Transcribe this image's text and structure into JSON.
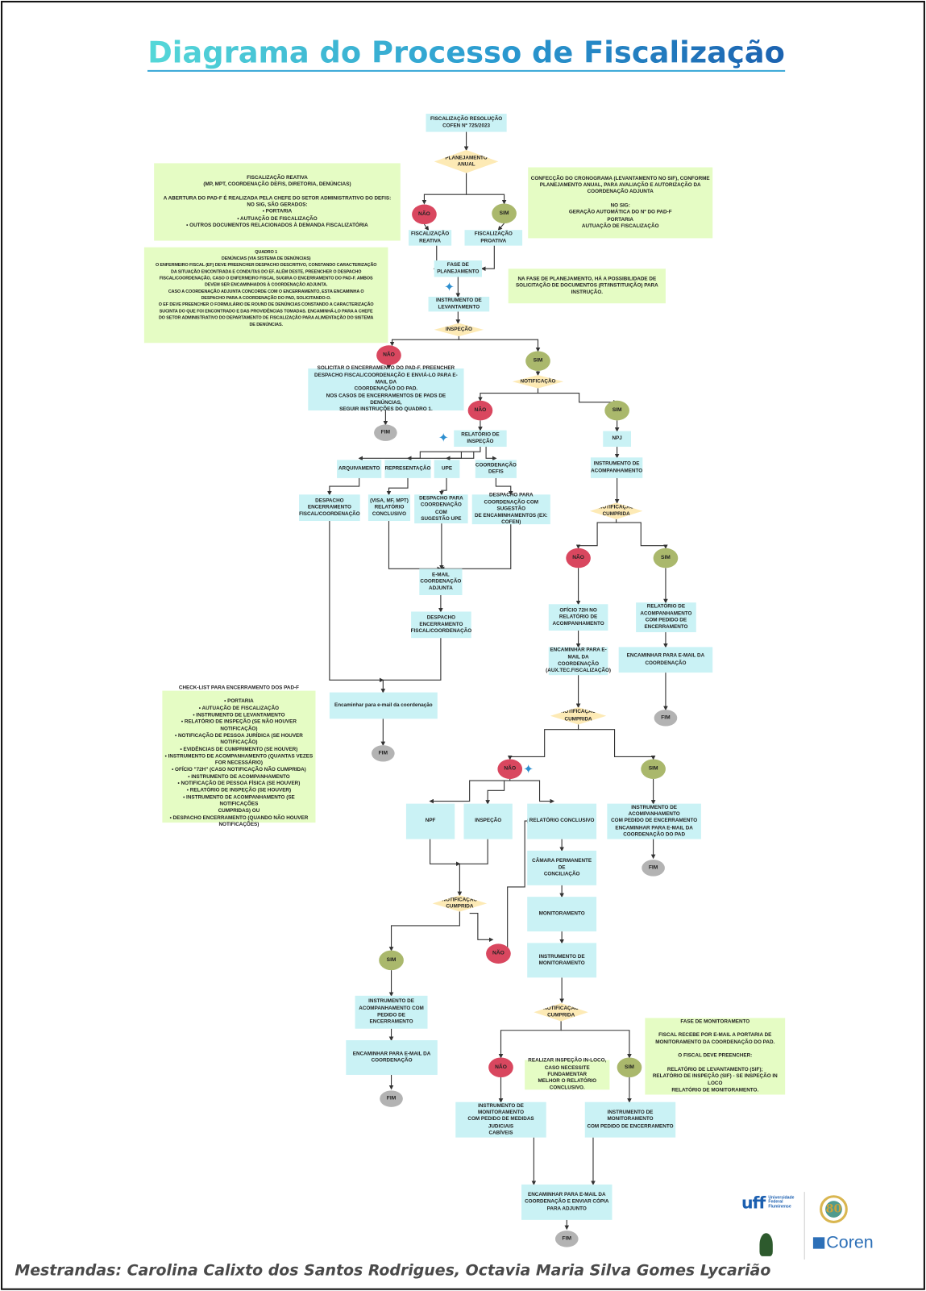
{
  "title": "Diagrama do Processo de Fiscalização",
  "nodes": {
    "start": "FISCALIZAÇÃO RESOLUÇÃO\nCOFEN Nº 725/2023",
    "planejamento_anual": "PLANEJAMENTO\nANUAL",
    "nao": "NÃO",
    "sim": "SIM",
    "fim": "FIM",
    "fisc_reativa": "FISCALIZAÇÃO\nREATIVA",
    "fisc_proativa": "FISCALIZAÇÃO\nPROATIVA",
    "fase_planejamento": "FASE DE\nPLANEJAMENTO",
    "instr_levantamento": "INSTRUMENTO DE\nLEVANTAMENTO",
    "inspecao_d": "INSPEÇÃO",
    "solicitar_encerramento": "SOLICITAR O ENCERRAMENTO DO PAD-F. PREENCHER\nDESPACHO FISCAL/COORDENAÇÃO E ENVIÁ-LO PARA E-MAIL DA\nCOORDENAÇÃO DO PAD.\nNOS CASOS DE ENCERRAMENTOS DE PADS DE DENÚNCIAS,\nSEGUIR INSTRUÇÕES DO QUADRO 1.",
    "notificacao": "NOTIFICAÇÃO",
    "relatorio_inspecao": "RELATÓRIO DE\nINSPEÇÃO",
    "arquivamento": "ARQUIVAMENTO",
    "representacao": "REPRESENTAÇÃO",
    "upe": "UPE",
    "coord_defis": "COORDENAÇÃO\nDEFIS",
    "despacho_enc_fiscal": "DESPACHO\nENCERRAMENTO\nFISCAL/COORDENAÇÃO",
    "visa": "(VISA, MF, MPT)\nRELATÓRIO\nCONCLUSIVO",
    "despacho_upe": "DESPACHO PARA\nCOORDENAÇÃO COM\nSUGESTÃO UPE",
    "despacho_sugestao": "DESPACHO PARA\nCOORDENAÇÃO COM SUGESTÃO\nDE ENCAMINHAMENTOS (EX:\nCOFEN)",
    "email_coord_adj": "E-MAIL\nCOORDENAÇÃO\nADJUNTA",
    "despacho_enc_2": "DESPACHO\nENCERRAMENTO\nFISCAL/COORDENAÇÃO",
    "enc_email_coord": "Encaminhar para e-mail da coordenação",
    "npj": "NPJ",
    "instr_acomp": "INSTRUMENTO DE\nACOMPANHAMENTO",
    "notif_cumprida": "NOTIFICAÇÃO\nCUMPRIDA",
    "oficio_72h": "OFÍCIO 72H NO\nRELATÓRIO DE\nACOMPANHAMENTO",
    "rel_acomp_pedido": "RELATÓRIO DE\nACOMPANHAMENTO\nCOM PEDIDO DE\nENCERRAMENTO",
    "enc_email_aux": "ENCAMINHAR PARA E-\nMAIL DA\nCOORDENAÇÃO\n(AUX.TEC.FISCALIZAÇÃO)",
    "enc_email_da_coord": "ENCAMINHAR PARA E-MAIL DA\nCOORDENAÇÃO",
    "npf": "NPF",
    "inspecao_b": "INSPEÇÃO",
    "rel_conclusivo": "RELATÓRIO CONCLUSIVO",
    "instr_acomp_pad": "INSTRUMENTO DE\nACOMPANHAMENTO\nCOM PEDIDO DE ENCERRAMENTO\nENCAMINHAR PARA E-MAIL DA\nCOORDENAÇÃO DO PAD",
    "camara": "CÂMARA PERMANENTE DE\nCONCILIAÇÃO",
    "monitoramento": "MONITORAMENTO",
    "instr_monitoramento": "INSTRUMENTO DE\nMONITORAMENTO",
    "instr_acomp_enc": "INSTRUMENTO DE\nACOMPANHAMENTO COM\nPEDIDO DE ENCERRAMENTO",
    "instr_monit_judiciais": "INSTRUMENTO DE MONITORAMENTO\nCOM PEDIDO DE MEDIDAS JUDICIAIS\nCABÍVEIS",
    "instr_monit_enc": "INSTRUMENTO DE MONITORAMENTO\nCOM PEDIDO DE ENCERRAMENTO",
    "enc_final": "ENCAMINHAR PARA E-MAIL DA\nCOORDENAÇÃO E ENVIAR CÓPIA\nPARA ADJUNTO"
  },
  "notes": {
    "reativa": "FISCALIZAÇÃO REATIVA\n(MP, MPT, COORDENAÇÃO DEFIS, DIRETORIA, DENÚNCIAS)\n\nA ABERTURA DO PAD-F É REALIZADA PELA CHEFE DO SETOR ADMINISTRATIVO DO DEFIS:\nNO SIG, SÃO GERADOS:\n•  PORTARIA\n•  AUTUAÇÃO DE FISCALIZAÇÃO\n•  OUTROS DOCUMENTOS RELACIONADOS À DEMANDA FISCALIZATÓRIA",
    "cronograma": "CONFECÇÃO DO CRONOGRAMA (LEVANTAMENTO NO SIF), CONFORME\nPLANEJAMENTO ANUAL, PARA AVALIAÇÃO E AUTORIZAÇÃO DA\nCOORDENAÇÃO ADJUNTA\n\nNO SIG:\nGERAÇÃO AUTOMÁTICA DO Nº DO PAD-F\nPORTARIA\nAUTUAÇÃO DE FISCALIZAÇÃO",
    "quadro1": "QUADRO 1\nDENÚNCIAS (VIA SISTEMA DE DENÚNCIAS)\nO ENFERMEIRO FISCAL (EF) DEVE PREENCHER DESPACHO DESCRITIVO, CONSTANDO CARACTERIZAÇÃO\nDA SITUAÇÃO ENCONTRADA E CONDUTAS DO EF. ALÉM DESTE, PREENCHER O DESPACHO\nFISCAL/COORDENAÇÃO, CASO O ENFERMEIRO FISCAL SUGIRA O ENCERRAMENTO DO PAD-F. AMBOS\nDEVEM SER ENCAMINHADOS À COORDENAÇÃO ADJUNTA.\nCASO A COORDENAÇÃO ADJUNTA CONCORDE COM O ENCERRAMENTO, ESTA ENCAMINHA O\nDESPACHO PARA A COORDENAÇÃO DO PAD, SOLICITANDO-O.\nO EF DEVE PREENCHER O FORMULÁRIO DE ROUND DE DENÚNCIAS CONSTANDO A CARACTERIZAÇÃO\nSUCINTA DO QUE FOI ENCONTRADO E DAS PROVIDÊNCIAS TOMADAS. ENCAMINHÁ-LO PARA A CHEFE\nDO SETOR ADMINISTRATIVO DO DEPARTAMENTO DE FISCALIZAÇÃO PARA ALIMENTAÇÃO DO SISTEMA\nDE DENÚNCIAS.",
    "fase_planejamento": "NA FASE DE PLANEJAMENTO, HÁ A POSSIBILIDADE DE\nSOLICITAÇÃO DE DOCUMENTOS (RT/INSTITUIÇÃO) PARA\nINSTRUÇÃO.",
    "checklist": "CHECK-LIST PARA ENCERRAMENTO DOS PAD-F\n\n•  PORTARIA\n•  AUTUAÇÃO DE FISCALIZAÇÃO\n•  INSTRUMENTO DE LEVANTAMENTO\n•  RELATÓRIO DE INSPEÇÃO (SE NÃO HOUVER NOTIFICAÇÃO)\n•  NOTIFICAÇÃO DE PESSOA JURÍDICA (SE HOUVER\nNOTIFICAÇÃO)\n•  EVIDÊNCIAS DE CUMPRIMENTO (SE HOUVER)\n•  INSTRUMENTO DE ACOMPANHAMENTO (QUANTAS VEZES\nFOR NECESSÁRIO)\n•  OFÍCIO \"72H\" (CASO NOTIFICAÇÃO NÃO CUMPRIDA)\n•  INSTRUMENTO DE ACOMPANHAMENTO\n•  NOTIFICAÇÃO DE PESSOA FÍSICA (SE HOUVER)\n•  RELATÓRIO DE INSPEÇÃO (SE HOUVER)\n•  INSTRUMENTO DE ACOMPANHAMENTO (SE NOTIFICAÇÕES\nCUMPRIDAS) OU\n•  DESPACHO ENCERRAMENTO (QUANDO NÃO HOUVER\nNOTIFICAÇÕES)",
    "inloco": "REALIZAR INSPEÇÃO IN-LOCO,\nCASO NECESSITE FUNDAMENTAR\nMELHOR O RELATÓRIO\nCONCLUSIVO.",
    "monitoramento": "FASE DE MONITORAMENTO\n\nFISCAL RECEBE POR E-MAIL A PORTARIA DE\nMONITORAMENTO DA COORDENAÇÃO DO PAD.\n\nO FISCAL DEVE PREENCHER:\n\nRELATÓRIO DE LEVANTAMENTO (SIF);\nRELATÓRIO DE INSPEÇÃO (SIF) - SE INSPEÇÃO IN LOCO\nRELATÓRIO DE MONITORAMENTO."
  },
  "logos": {
    "uff": "uff",
    "uff_name": "Universidade\nFederal\nFluminense",
    "anos": "80",
    "coren": "Coren"
  },
  "footer": "Mestrandas: Carolina Calixto dos Santos Rodrigues, Octavia Maria Silva Gomes Lycarião",
  "colors": {
    "box": "#caf2f5",
    "note": "#e5fcc4",
    "nao": "#d9475f",
    "sim": "#aab86c",
    "fim": "#b3b3b3",
    "decision": "#fdeab5"
  }
}
